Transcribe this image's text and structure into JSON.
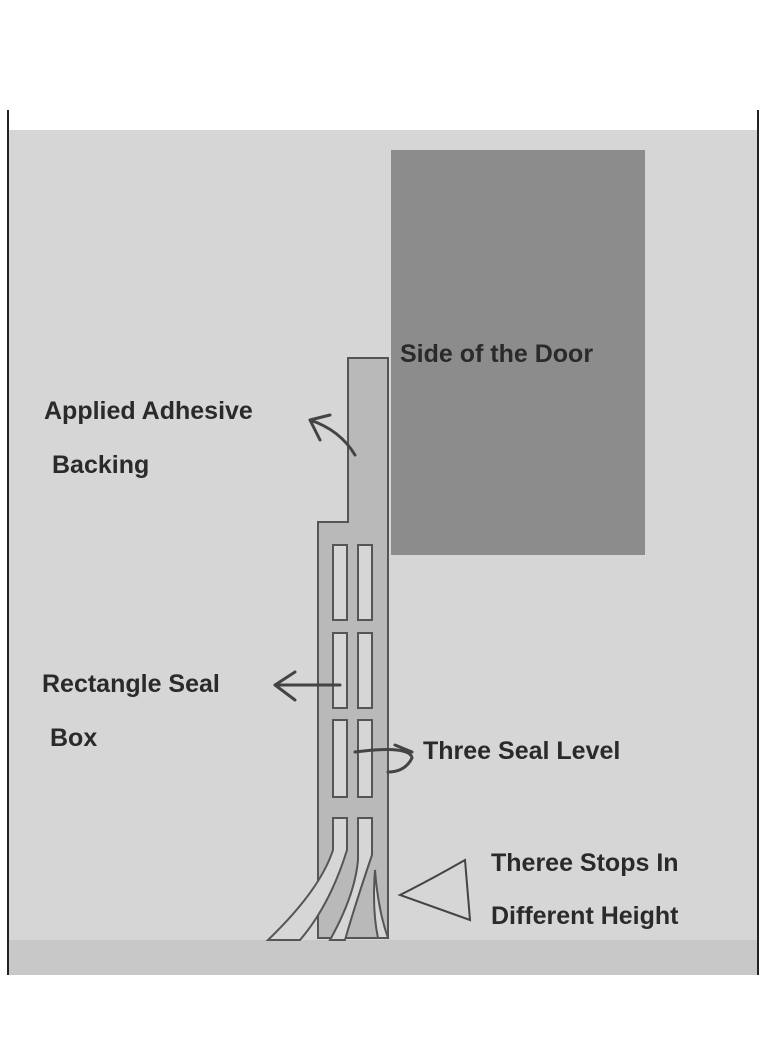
{
  "labels": {
    "door": "Side of the Door",
    "adhesive_line1": "Applied Adhesive",
    "adhesive_line2": "Backing",
    "seal_box_line1": "Rectangle Seal",
    "seal_box_line2": "Box",
    "seal_level": "Three Seal Level",
    "stops_line1": "Theree Stops In",
    "stops_line2": "Different Height"
  },
  "colors": {
    "background": "#d6d6d6",
    "door": "#8c8c8c",
    "seal_strip": "#b9b9b9",
    "outline": "#555555"
  }
}
